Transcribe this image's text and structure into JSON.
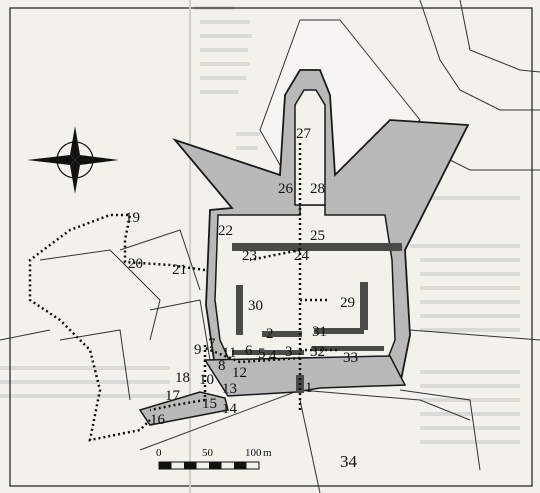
{
  "map": {
    "site_labels": [
      "1",
      "2",
      "3",
      "4",
      "5",
      "6",
      "7",
      "8",
      "9",
      "10",
      "11",
      "12",
      "13",
      "14",
      "15",
      "16",
      "17",
      "18",
      "19",
      "20",
      "21",
      "22",
      "23",
      "24",
      "25",
      "26",
      "27",
      "28",
      "29",
      "30",
      "31",
      "32",
      "33"
    ],
    "area_label": "34",
    "scale": {
      "tick_0": "0",
      "tick_50": "50",
      "tick_100": "100",
      "unit": "m"
    },
    "compass_icon": "compass-rose-icon",
    "colors": {
      "fortress_fill": "#b9b9b9",
      "outline": "#1a1a1a",
      "paper": "#f2f1ec",
      "background_text": "#9a9a9a"
    }
  }
}
